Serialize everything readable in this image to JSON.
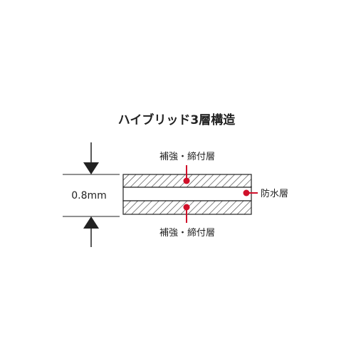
{
  "title": "ハイブリッド3層構造",
  "thickness_label": "0.8mm",
  "layers": {
    "top_label": "補強・締付層",
    "middle_label": "防水層",
    "bottom_label": "補強・締付層"
  },
  "colors": {
    "callout": "#d0102a",
    "line": "#222222",
    "hatch": "#444444"
  }
}
